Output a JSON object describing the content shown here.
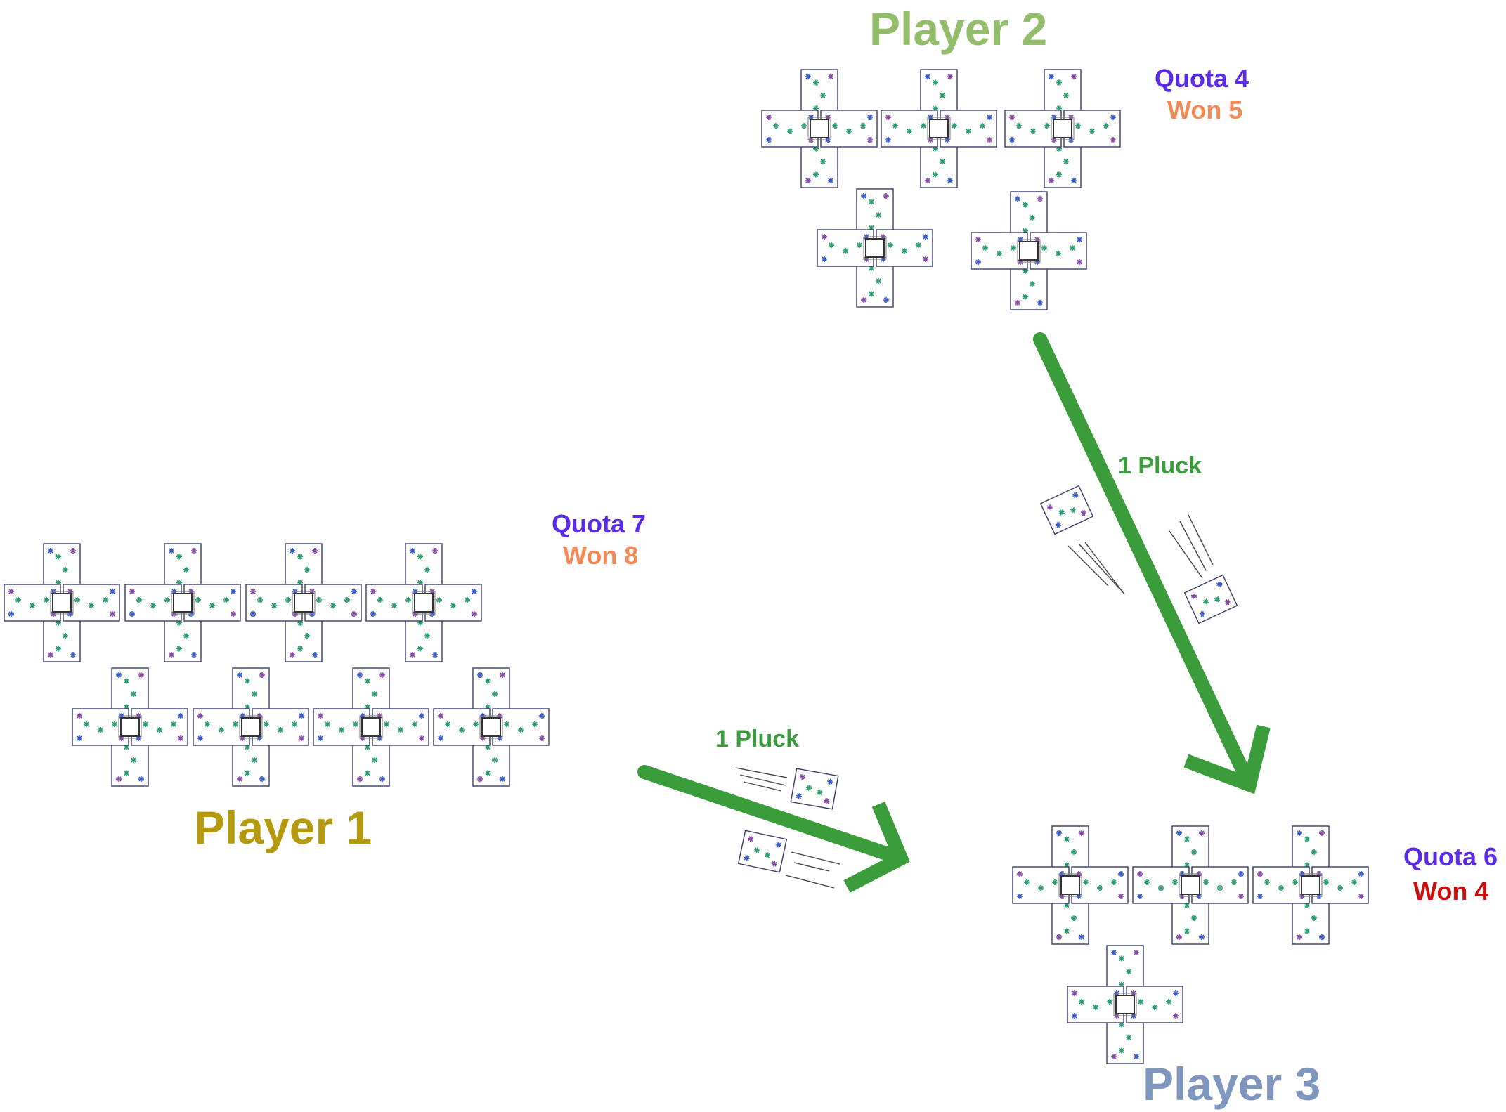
{
  "colors": {
    "player1": "#b59a10",
    "player2": "#93bd6a",
    "player3": "#7f97bf",
    "quota": "#5b2be8",
    "won_over": "#f38a55",
    "won_under": "#c9100f",
    "arrow": "#3a9c3a",
    "pluck_text": "#3a9c3a",
    "card_border": "#3a3a6a",
    "card_fill": "#ffffff",
    "pip_green": "#2e9e6e",
    "pip_blue": "#3a5cc8",
    "pip_purple": "#8a4aa8",
    "speed_lines": "#444444"
  },
  "players": [
    {
      "id": "player1",
      "name": "Player 1",
      "quota": "Quota 7",
      "won": "Won 8",
      "won_status": "over",
      "trick_count": 8
    },
    {
      "id": "player2",
      "name": "Player 2",
      "quota": "Quota 4",
      "won": "Won 5",
      "won_status": "over",
      "trick_count": 5
    },
    {
      "id": "player3",
      "name": "Player 3",
      "quota": "Quota 6",
      "won": "Won 4",
      "won_status": "under",
      "trick_count": 4
    }
  ],
  "plucks": [
    {
      "from": "Player 1",
      "to": "Player 3",
      "label": "1 Pluck",
      "cards": 2
    },
    {
      "from": "Player 2",
      "to": "Player 3",
      "label": "1 Pluck",
      "cards": 2
    }
  ]
}
